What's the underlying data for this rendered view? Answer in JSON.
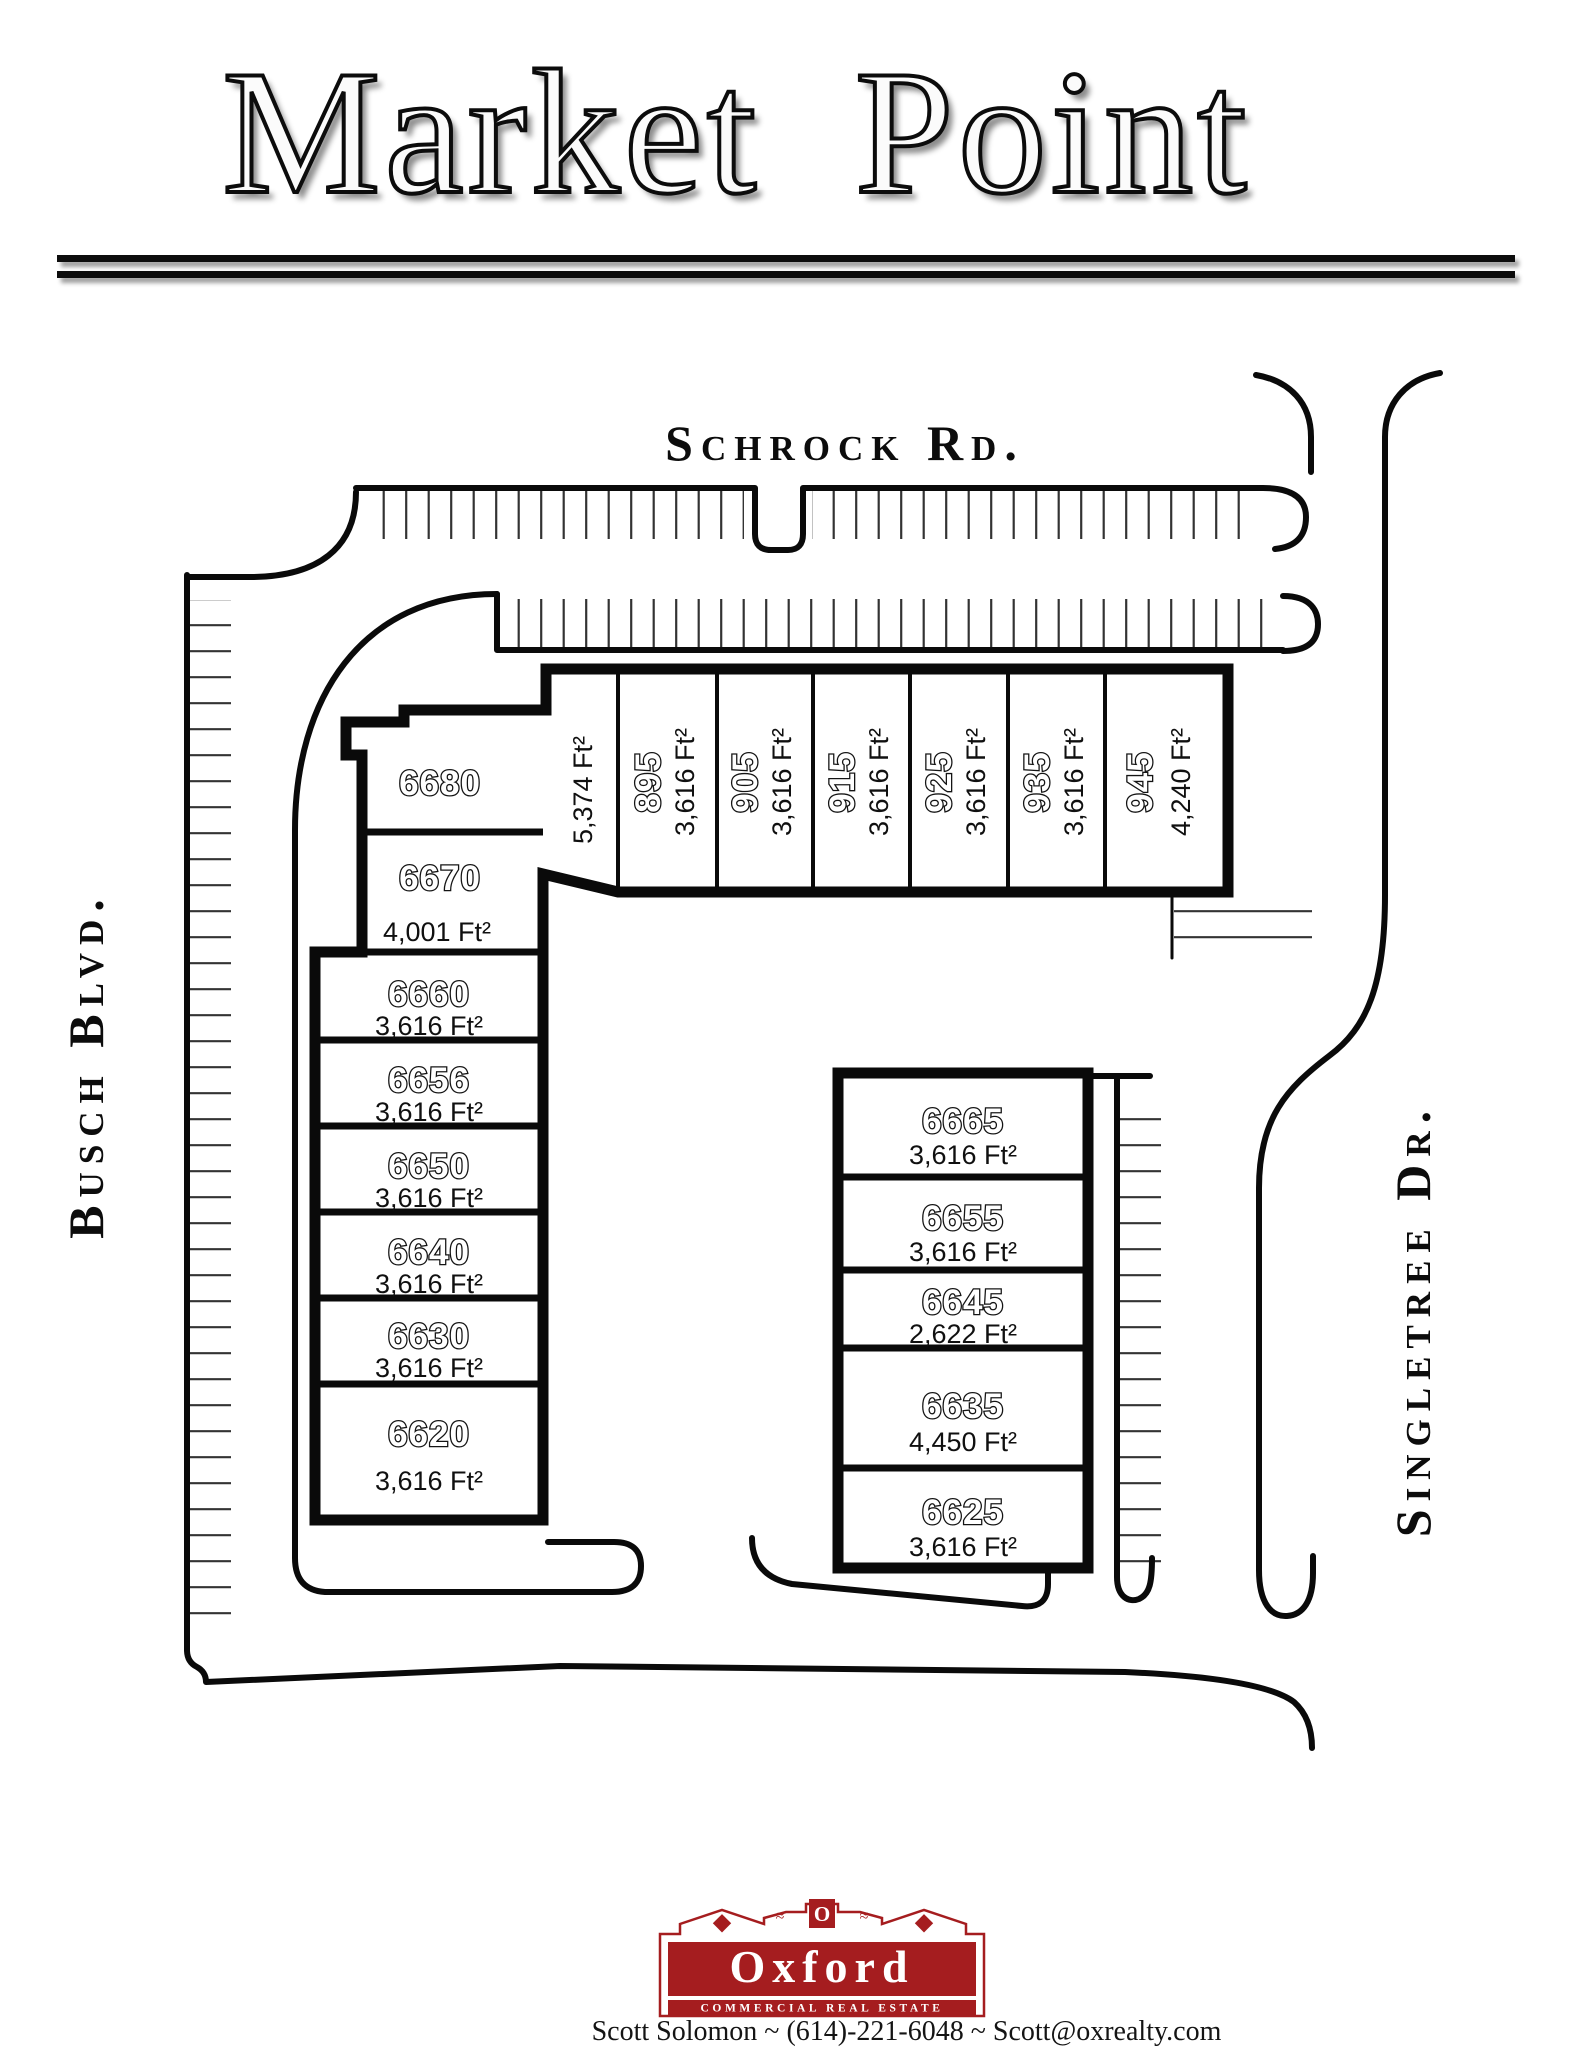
{
  "page": {
    "title": "Market Point"
  },
  "roads": {
    "north": "Schrock Rd.",
    "west": "Busch Blvd.",
    "east": "Singletree Dr."
  },
  "plan": {
    "north_building": {
      "unit_6680": {
        "number": "6680"
      },
      "unit_6670": {
        "number": "6670",
        "area": "4,001 Ft²"
      },
      "end_cap_unit": {
        "area": "5,374 Ft²"
      },
      "wing_units": [
        {
          "number": "895",
          "area": "3,616 Ft²"
        },
        {
          "number": "905",
          "area": "3,616 Ft²"
        },
        {
          "number": "915",
          "area": "3,616 Ft²"
        },
        {
          "number": "925",
          "area": "3,616 Ft²"
        },
        {
          "number": "935",
          "area": "3,616 Ft²"
        },
        {
          "number": "945",
          "area": "4,240 Ft²"
        }
      ],
      "west_units": [
        {
          "number": "6660",
          "area": "3,616 Ft²"
        },
        {
          "number": "6656",
          "area": "3,616 Ft²"
        },
        {
          "number": "6650",
          "area": "3,616 Ft²"
        },
        {
          "number": "6640",
          "area": "3,616 Ft²"
        },
        {
          "number": "6630",
          "area": "3,616 Ft²"
        },
        {
          "number": "6620",
          "area": "3,616 Ft²"
        }
      ]
    },
    "south_building": {
      "units": [
        {
          "number": "6665",
          "area": "3,616 Ft²"
        },
        {
          "number": "6655",
          "area": "3,616 Ft²"
        },
        {
          "number": "6645",
          "area": "2,622 Ft²"
        },
        {
          "number": "6635",
          "area": "4,450 Ft²"
        },
        {
          "number": "6625",
          "area": "3,616 Ft²"
        }
      ]
    }
  },
  "logo": {
    "name": "Oxford",
    "tagline": "Commercial Real Estate",
    "monogram": "O",
    "brand_red": "#a51d1f"
  },
  "footer": {
    "contact": "Scott Solomon ~ (614)-221-6048 ~ Scott@oxrealty.com"
  }
}
